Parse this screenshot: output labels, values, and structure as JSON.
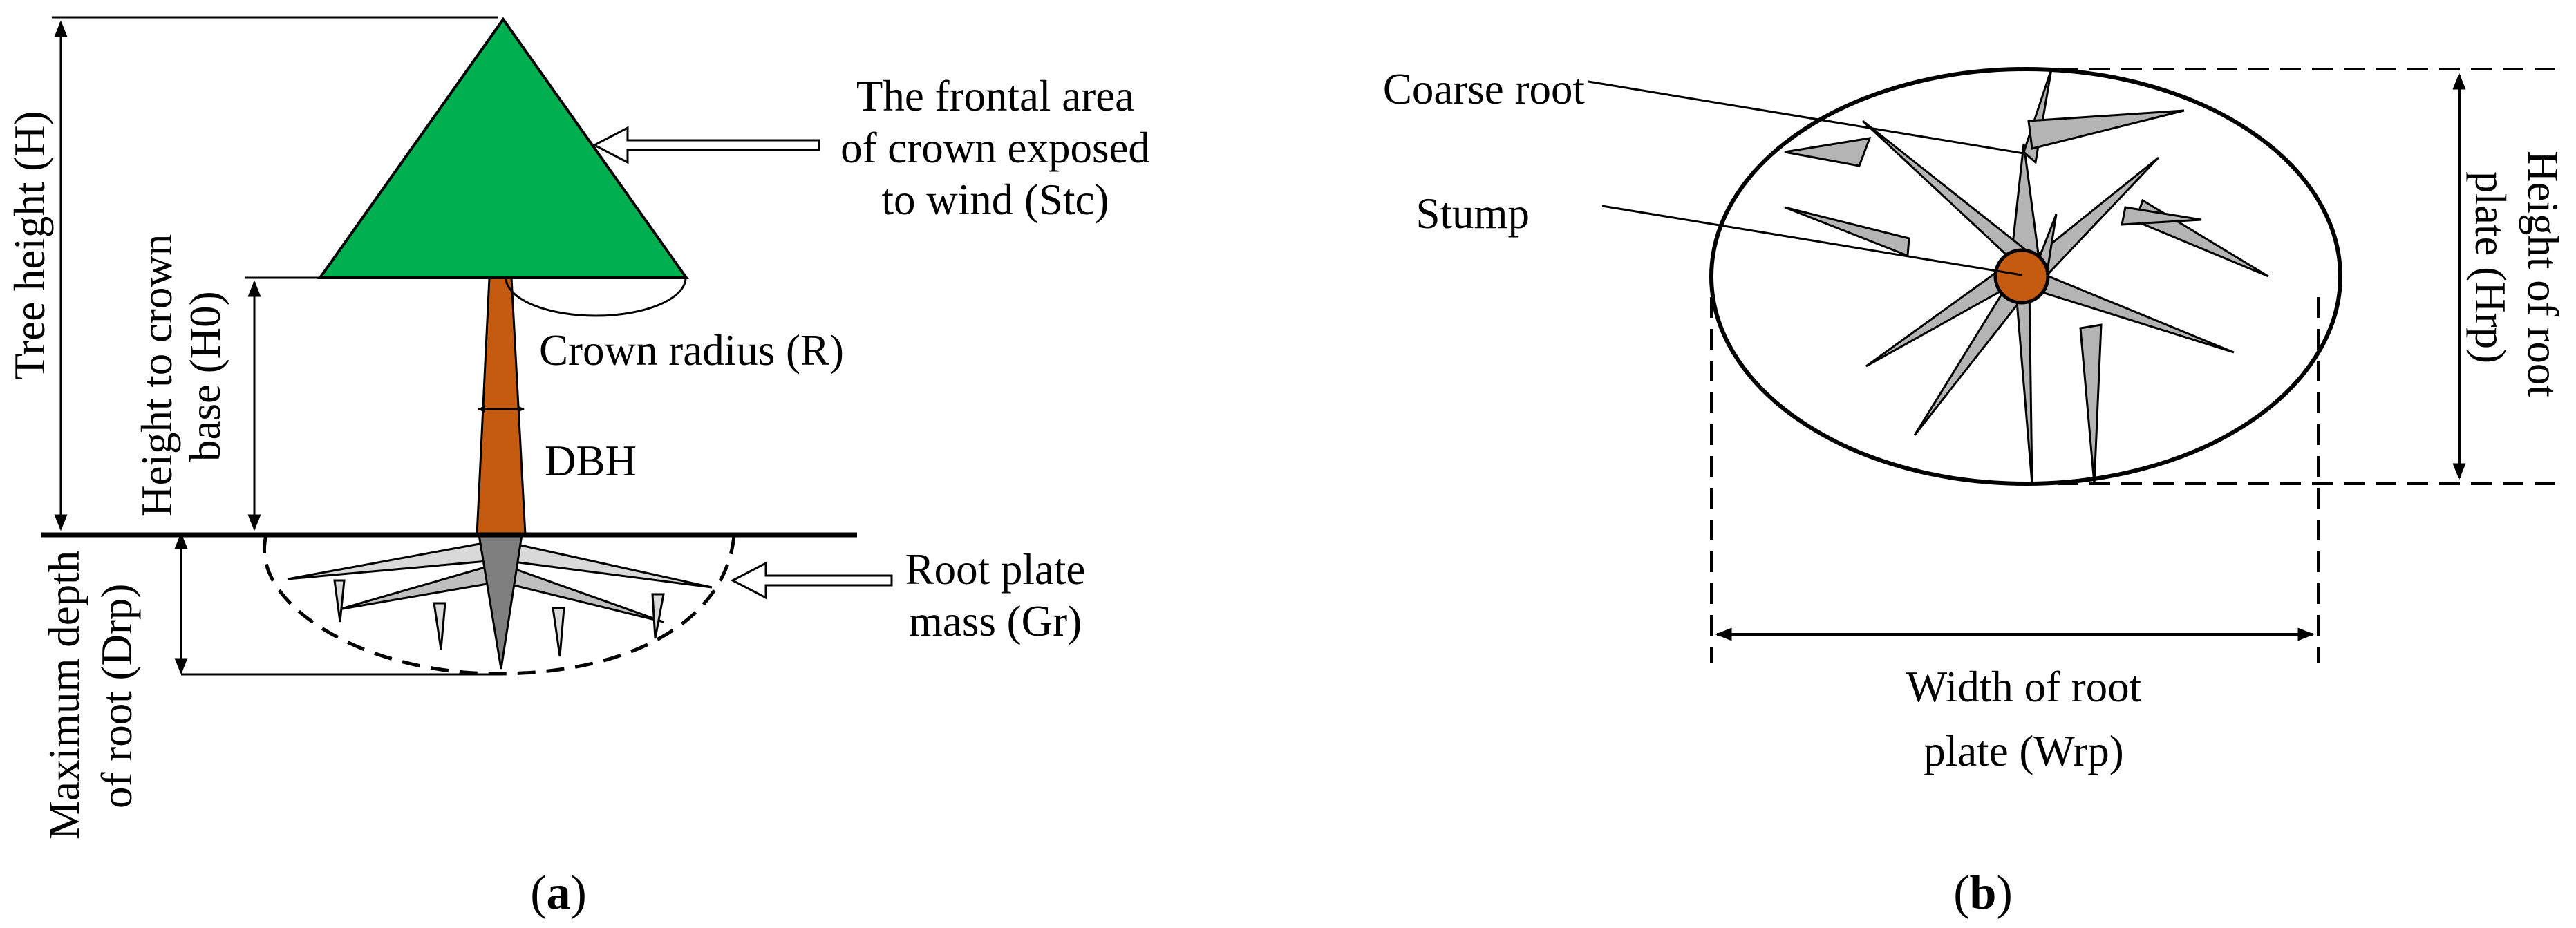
{
  "panel_a": {
    "tree_height": "Tree height  (H)",
    "height_to_crown_base": [
      "Height to crown",
      "base (H0)"
    ],
    "max_depth_of_root": [
      "Maximum depth",
      "of root (Drp)"
    ],
    "frontal_area": [
      "The frontal area",
      "of crown exposed",
      "to wind (Stc)"
    ],
    "crown_radius": "Crown radius (R)",
    "dbh": "DBH",
    "root_plate_mass": [
      "Root plate",
      "mass (Gr)"
    ],
    "caption_open": "(",
    "caption_letter": "a",
    "caption_close": ")"
  },
  "panel_b": {
    "coarse_root": "Coarse root",
    "stump": "Stump",
    "height_of_root_plate": [
      "Height of root",
      "plate (Hrp)"
    ],
    "width_of_root_plate": [
      "Width of root",
      "plate (Wrp)"
    ],
    "caption_open": "(",
    "caption_letter": "b",
    "caption_close": ")"
  },
  "colors": {
    "crown": "#00b050",
    "trunk": "#c55a11",
    "stump": "#c55a11",
    "root_light": "#d9d9d9",
    "root_mid": "#bfbfbf",
    "root_dark": "#7f7f7f",
    "coarse_root": "#b4b4b4",
    "line": "#000000"
  }
}
